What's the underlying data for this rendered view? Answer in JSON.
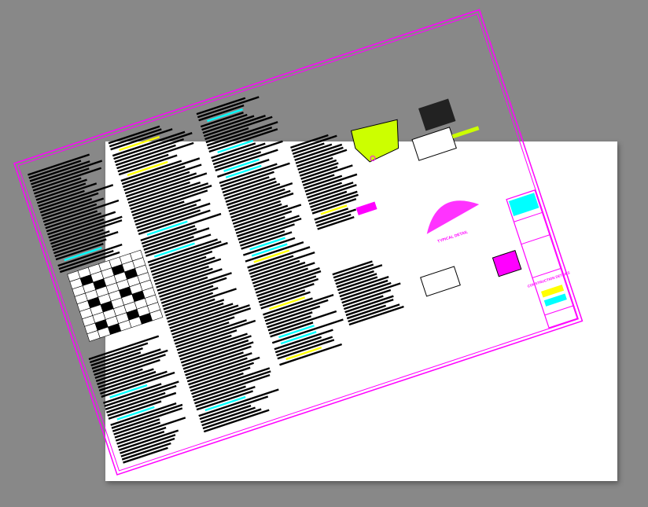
{
  "viewer": {
    "background": "#888888",
    "paper": "#ffffff"
  },
  "drawing": {
    "rotation_deg": -18.3,
    "border_color": "#ff00ff",
    "accent_colors": {
      "cyan": "#00ffff",
      "yellow": "#ffff00",
      "lime": "#ccff00",
      "magenta": "#ff00ff",
      "text": "#000000"
    },
    "title_block": {
      "title": "CONSTRUCTION DETAILS"
    },
    "detail_label": "TYPICAL DETAIL"
  }
}
